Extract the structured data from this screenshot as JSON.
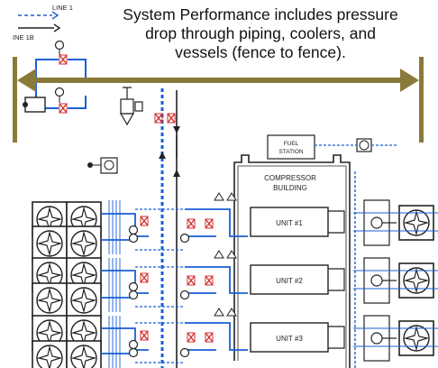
{
  "legend": {
    "line1": "LINE 1",
    "line1b": "INE 1B"
  },
  "caption": {
    "line1": "System Performance includes pressure",
    "line2": "drop through piping, coolers, and",
    "line3": "vessels (fence to fence)."
  },
  "labels": {
    "fuel_station_1": "FUEL",
    "fuel_station_2": "STATION",
    "building_1": "COMPRESSOR",
    "building_2": "BUILDING",
    "unit1": "UNIT #1",
    "unit2": "UNIT #2",
    "unit3": "UNIT #3"
  },
  "colors": {
    "arrow": "#8a7a3a",
    "pipe": "#1a5fd6",
    "ink": "#222222",
    "valve": "#d23030"
  }
}
